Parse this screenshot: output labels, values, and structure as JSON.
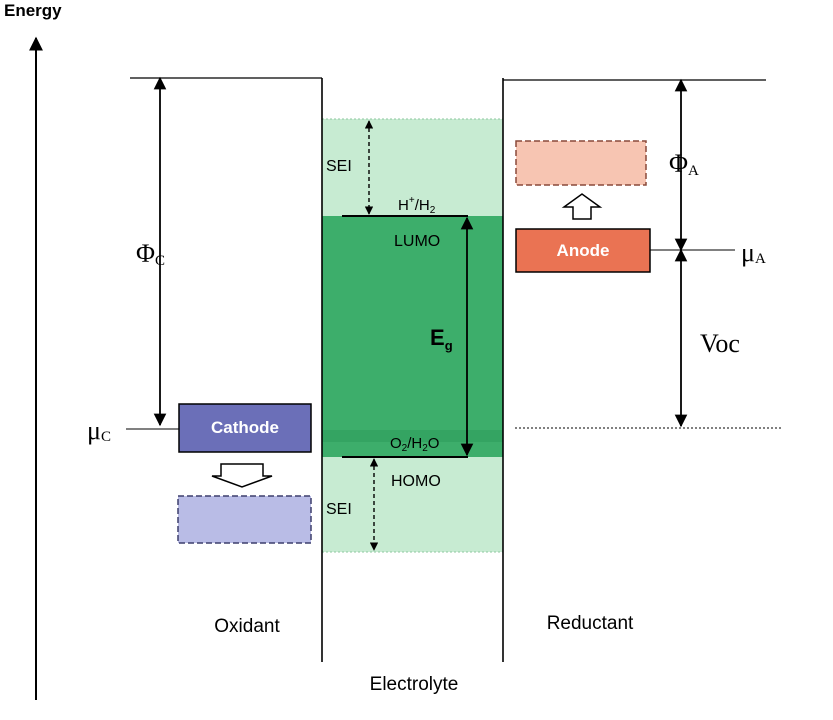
{
  "axis": {
    "label": "Energy"
  },
  "phi_c": {
    "sym": "Φ",
    "sub": "C"
  },
  "phi_a": {
    "sym": "Φ",
    "sub": "A"
  },
  "mu_c": {
    "sym": "μ",
    "sub": "C"
  },
  "mu_a": {
    "sym": "μ",
    "sub": "A"
  },
  "voc": "Voc",
  "cathode": {
    "label": "Cathode",
    "color": "#6b6fb8",
    "shadow_color": "#b9bce6"
  },
  "anode": {
    "label": "Anode",
    "color": "#ea7353",
    "shadow_color": "#f7c5b2"
  },
  "electrolyte": {
    "label": "Electrolyte",
    "gap_color": "#3dae6b",
    "sei_color": "#c7ebd2",
    "sei_top": "SEI",
    "sei_bottom": "SEI",
    "lumo": "LUMO",
    "homo": "HOMO",
    "eg": {
      "main": "E",
      "sub": "g"
    },
    "h_couple": {
      "a": "H",
      "sup": "+",
      "b": "/H",
      "sub": "2"
    },
    "o_couple": {
      "a": "O",
      "sub1": "2",
      "b": "/H",
      "sub2": "2",
      "c": "O"
    }
  },
  "labels": {
    "oxidant": "Oxidant",
    "reductant": "Reductant"
  }
}
